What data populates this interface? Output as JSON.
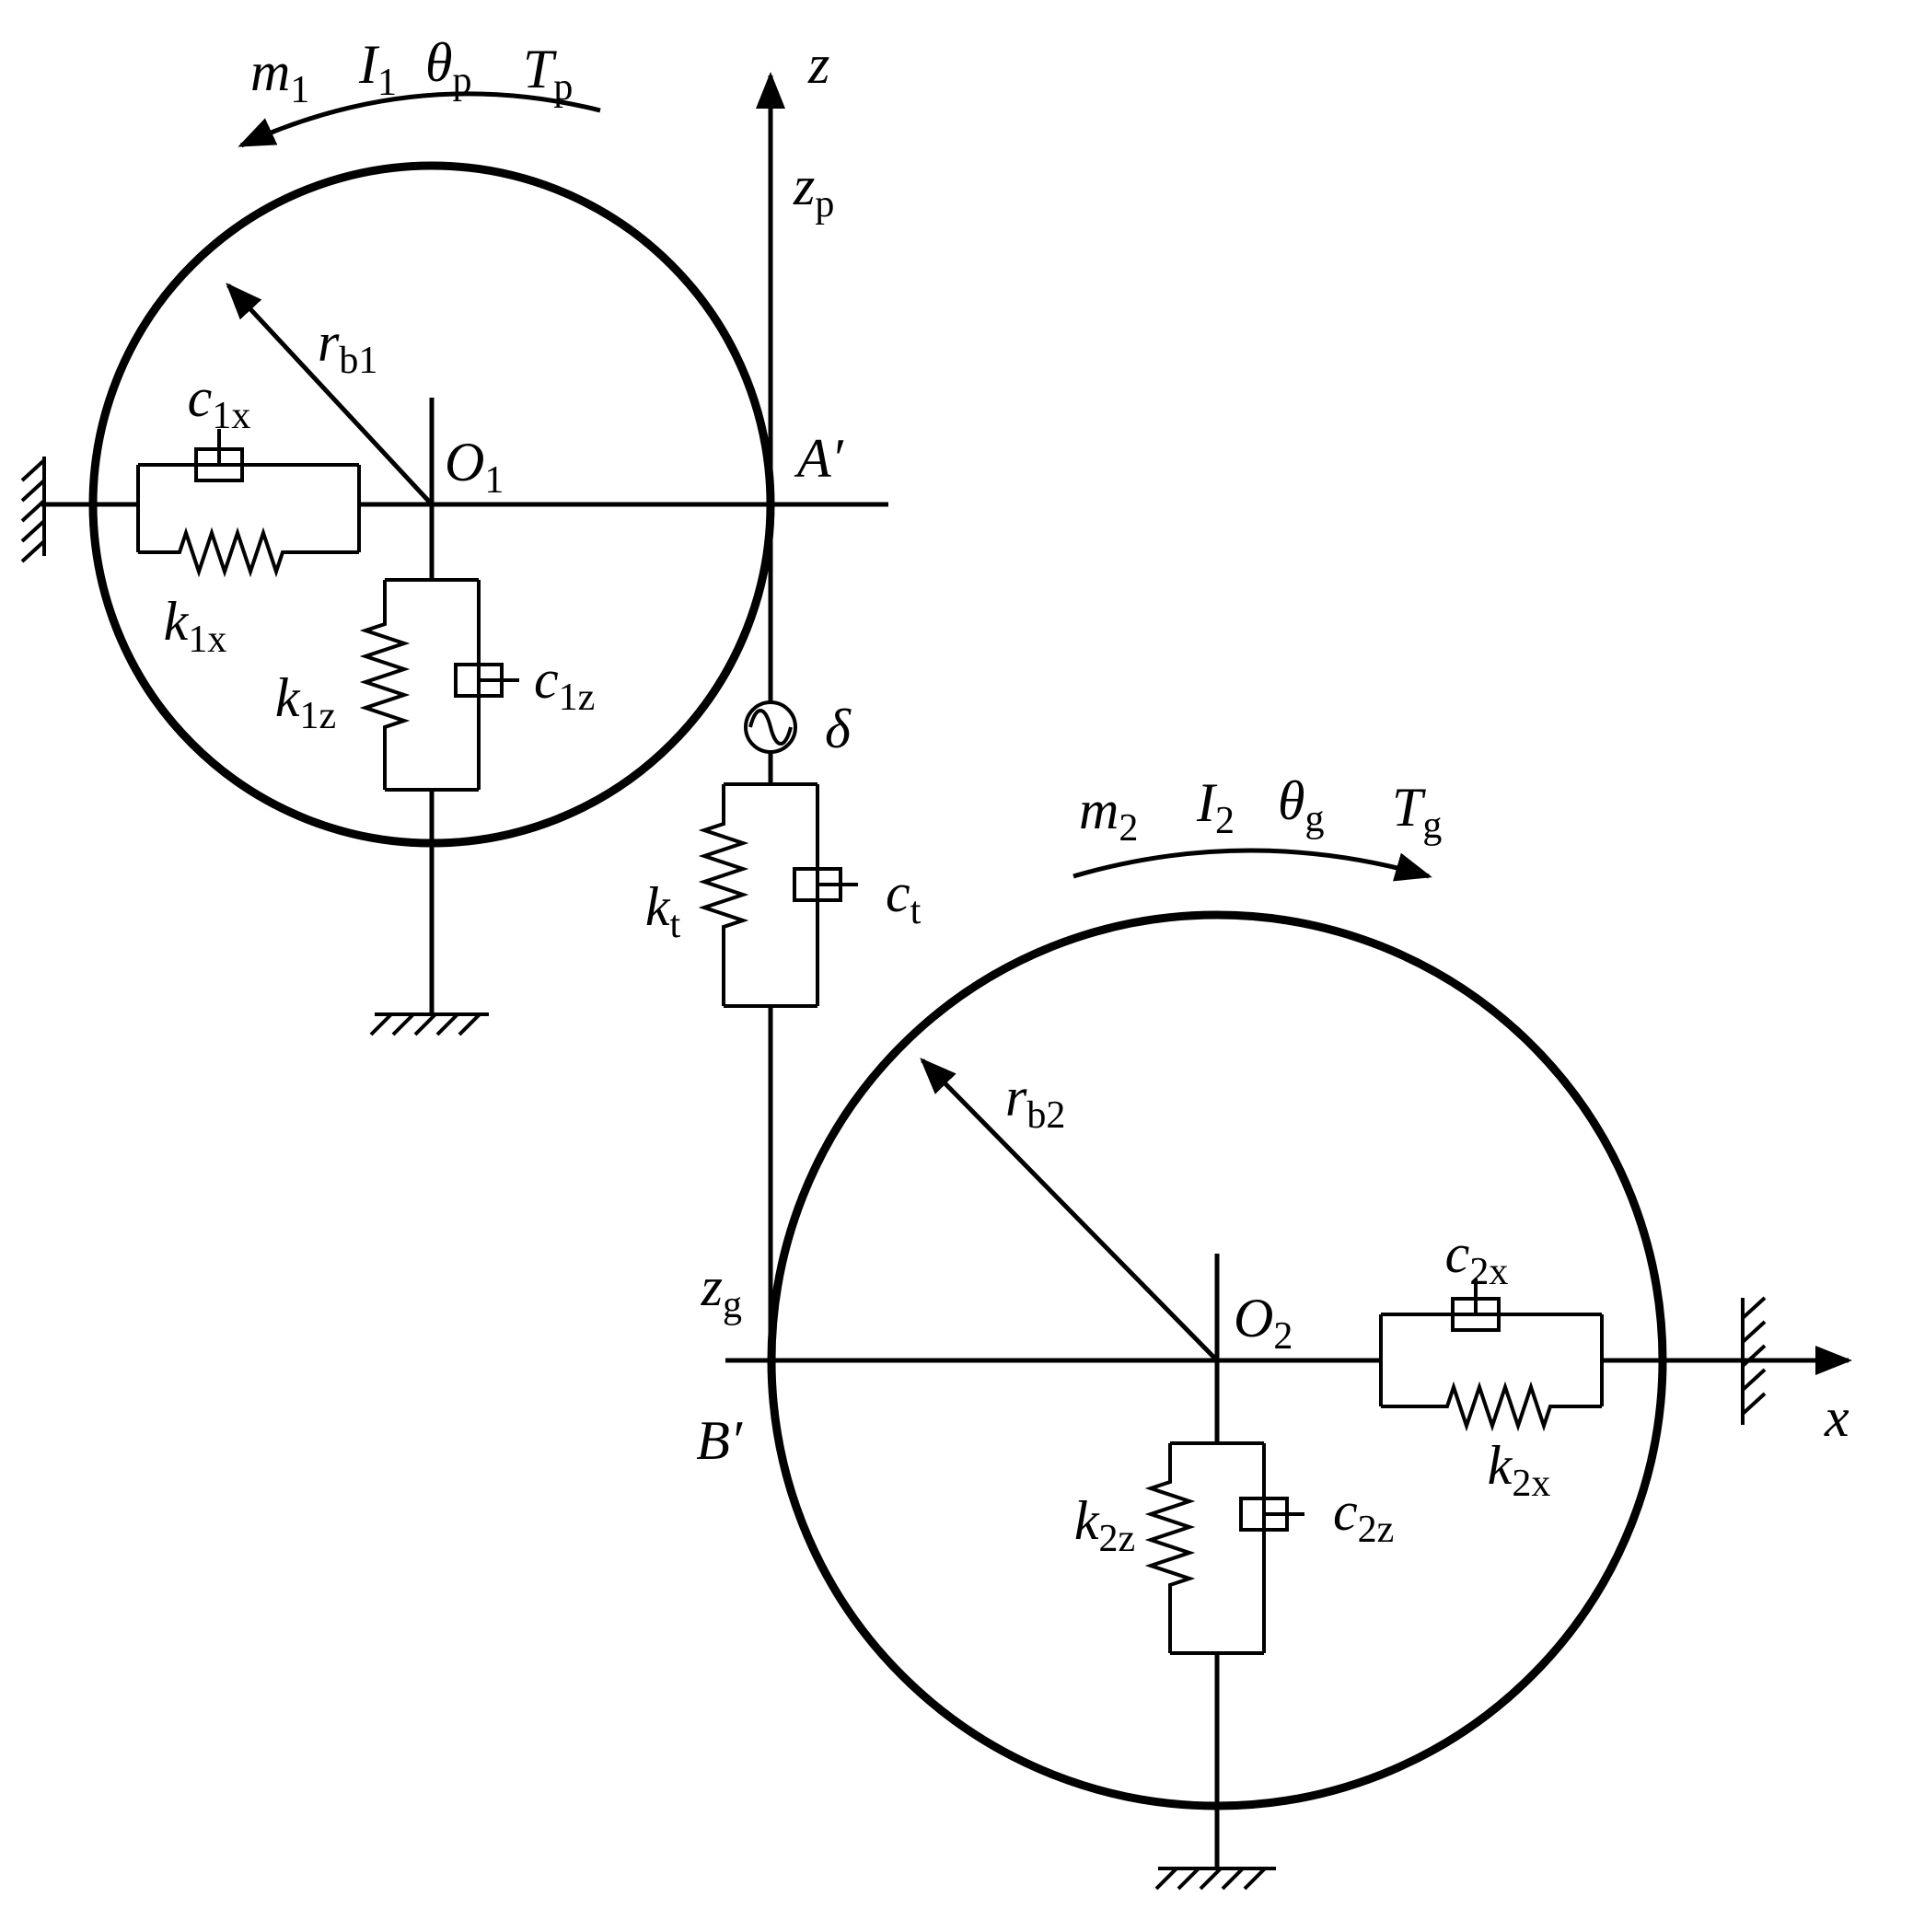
{
  "figure": {
    "type": "gear-pair-dynamics-model-diagram",
    "colors": {
      "ink": "#000000",
      "background": "#ffffff"
    }
  },
  "labels": {
    "m1": {
      "b": "m",
      "s": "1"
    },
    "I1": {
      "b": "I",
      "s": "1"
    },
    "theta_p": {
      "b": "θ",
      "s": "p"
    },
    "T_p": {
      "b": "T",
      "s": "p"
    },
    "z": {
      "b": "z"
    },
    "z_p": {
      "b": "z",
      "s": "p"
    },
    "r_b1": {
      "b": "r",
      "s": "b1"
    },
    "O1": {
      "b": "O",
      "s": "1"
    },
    "A_prime": {
      "b": "A′"
    },
    "c_1x": {
      "b": "c",
      "s": "1x"
    },
    "k_1x": {
      "b": "k",
      "s": "1x"
    },
    "k_1z": {
      "b": "k",
      "s": "1z"
    },
    "c_1z": {
      "b": "c",
      "s": "1z"
    },
    "delta": {
      "b": "δ"
    },
    "k_t": {
      "b": "k",
      "s": "t"
    },
    "c_t": {
      "b": "c",
      "s": "t"
    },
    "m2": {
      "b": "m",
      "s": "2"
    },
    "I2": {
      "b": "I",
      "s": "2"
    },
    "theta_g": {
      "b": "θ",
      "s": "g"
    },
    "T_g": {
      "b": "T",
      "s": "g"
    },
    "r_b2": {
      "b": "r",
      "s": "b2"
    },
    "O2": {
      "b": "O",
      "s": "2"
    },
    "z_g": {
      "b": "z",
      "s": "g"
    },
    "B_prime": {
      "b": "B′"
    },
    "c_2x": {
      "b": "c",
      "s": "2x"
    },
    "k_2x": {
      "b": "k",
      "s": "2x"
    },
    "k_2z": {
      "b": "k",
      "s": "2z"
    },
    "c_2z": {
      "b": "c",
      "s": "2z"
    },
    "x": {
      "b": "x"
    }
  }
}
